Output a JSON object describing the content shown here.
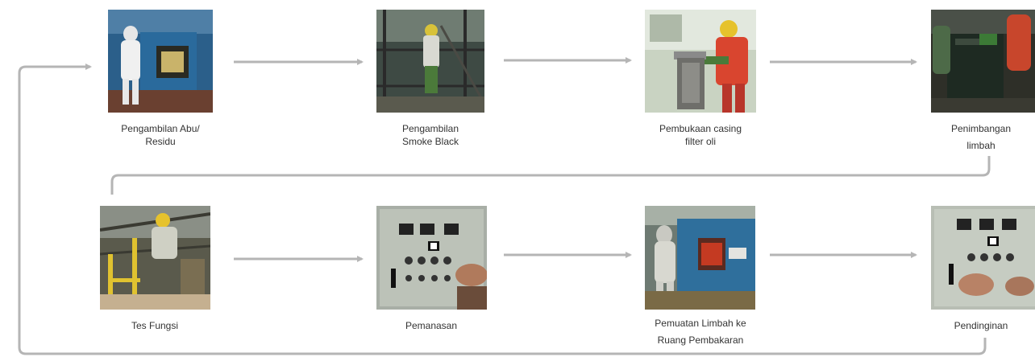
{
  "colors": {
    "arrow": "#b5b5b5",
    "label_text": "#333333",
    "background": "#ffffff"
  },
  "row1": [
    {
      "label_lines": [
        "Pengambilan Abu/",
        "Residu"
      ],
      "photo": "worker-in-protective-suit-at-incinerator-photo"
    },
    {
      "label_lines": [
        "Pengambilan",
        "Smoke Black"
      ],
      "photo": "worker-on-scaffold-with-hose-photo"
    },
    {
      "label_lines": [
        "Pembukaan casing",
        "filter oli"
      ],
      "photo": "worker-opening-filter-casing-photo"
    },
    {
      "label_lines": [
        "Penimbangan",
        "limbah"
      ],
      "photo": "workers-weighing-waste-photo"
    }
  ],
  "row2": [
    {
      "label_lines": [
        "Tes Fungsi"
      ],
      "photo": "worker-testing-equipment-photo"
    },
    {
      "label_lines": [
        "Pemanasan"
      ],
      "photo": "control-panel-heating-photo"
    },
    {
      "label_lines": [
        "Pemuatan Limbah ke",
        "Ruang Pembakaran"
      ],
      "photo": "worker-loading-waste-into-furnace-photo"
    },
    {
      "label_lines": [
        "Pendinginan"
      ],
      "photo": "control-panel-cooling-photo"
    }
  ]
}
